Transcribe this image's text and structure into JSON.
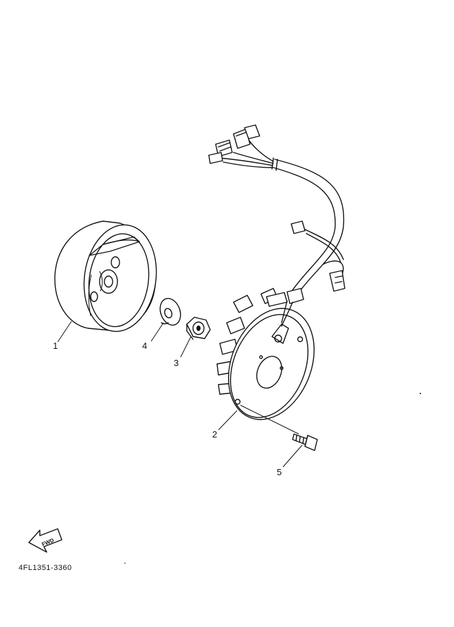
{
  "diagram": {
    "part_number": "4FL1351-3360",
    "fwd_label": "FWD",
    "callouts": [
      {
        "id": "1",
        "label": "1"
      },
      {
        "id": "2",
        "label": "2"
      },
      {
        "id": "3",
        "label": "3"
      },
      {
        "id": "4",
        "label": "4"
      },
      {
        "id": "5",
        "label": "5"
      }
    ]
  }
}
